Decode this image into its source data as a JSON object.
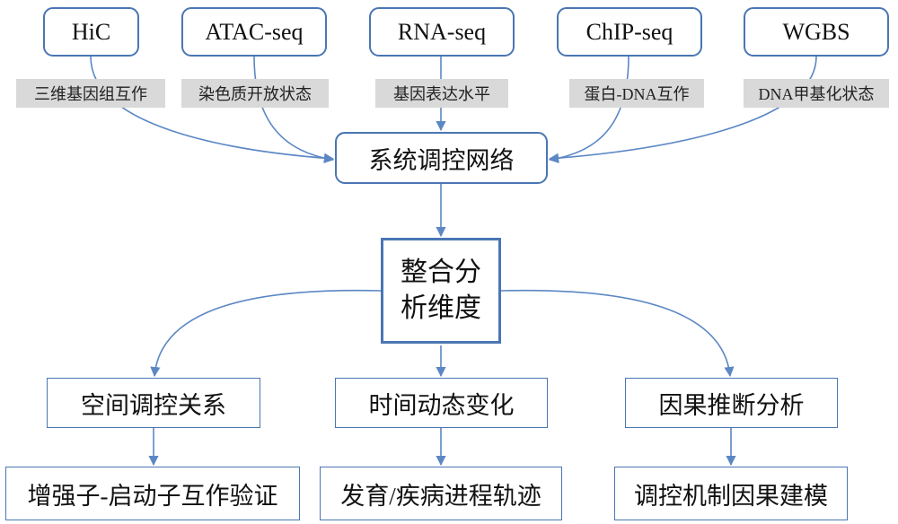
{
  "sources": [
    {
      "name": "HiC",
      "desc": "三维基因组互作"
    },
    {
      "name": "ATAC-seq",
      "desc": "染色质开放状态"
    },
    {
      "name": "RNA-seq",
      "desc": "基因表达水平"
    },
    {
      "name": "ChIP-seq",
      "desc": "蛋白-DNA互作"
    },
    {
      "name": "WGBS",
      "desc": "DNA甲基化状态"
    }
  ],
  "network": "系统调控网络",
  "integration": "整合分析维度",
  "dimensions": [
    {
      "name": "空间调控关系",
      "outcome": "增强子-启动子互作验证"
    },
    {
      "name": "时间动态变化",
      "outcome": "发育/疾病进程轨迹"
    },
    {
      "name": "因果推断分析",
      "outcome": "调控机制因果建模"
    }
  ],
  "colors": {
    "border": "#4a76b4",
    "arrow": "#5b87c5",
    "label_bg": "#d9d9d9"
  }
}
